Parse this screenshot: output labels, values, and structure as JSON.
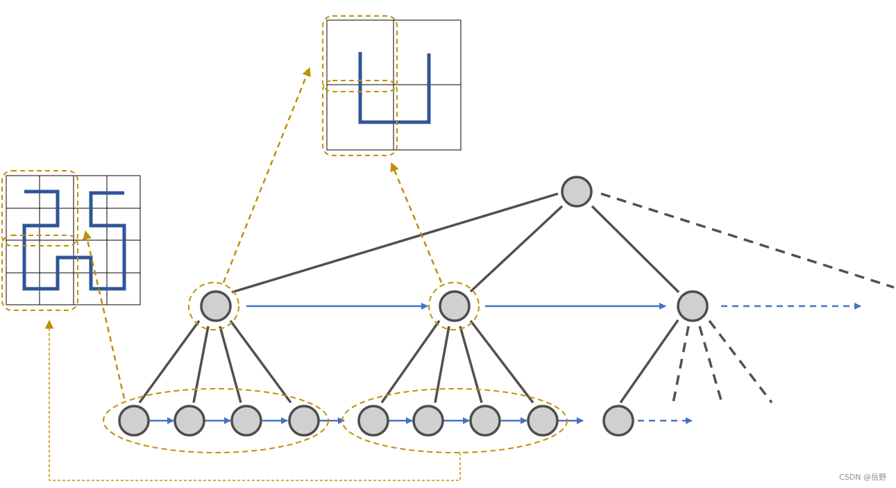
{
  "watermark": "CSDN @岳野",
  "colors": {
    "node_fill": "#d0d0d0",
    "node_stroke": "#4d4d4d",
    "edge": "#505050",
    "link": "#4472c4",
    "highlight": "#bf9000",
    "curve": "#2f5597",
    "grid": "#000000"
  },
  "tree": {
    "root": "root",
    "levels": [
      [
        "root"
      ],
      [
        "mid-left",
        "mid-center",
        "mid-right"
      ],
      [
        "leaf-1",
        "leaf-2",
        "leaf-3",
        "leaf-4",
        "leaf-5",
        "leaf-6",
        "leaf-7",
        "leaf-8",
        "leaf-9"
      ]
    ],
    "edges": [
      [
        "root",
        "mid-left"
      ],
      [
        "root",
        "mid-center"
      ],
      [
        "root",
        "mid-right"
      ],
      [
        "mid-left",
        "leaf-1"
      ],
      [
        "mid-left",
        "leaf-2"
      ],
      [
        "mid-left",
        "leaf-3"
      ],
      [
        "mid-left",
        "leaf-4"
      ],
      [
        "mid-center",
        "leaf-5"
      ],
      [
        "mid-center",
        "leaf-6"
      ],
      [
        "mid-center",
        "leaf-7"
      ],
      [
        "mid-center",
        "leaf-8"
      ],
      [
        "mid-right",
        "leaf-9"
      ]
    ],
    "omitted_children": {
      "root": 1,
      "mid-right": 3
    },
    "sibling_links_continue": true
  },
  "panels": [
    {
      "name": "detail-grid-2x2",
      "rows": 2,
      "cols": 2,
      "curve": "single-cell-u-shape"
    },
    {
      "name": "detail-grid-4x4",
      "rows": 4,
      "cols": 4,
      "curve": "composite-curve"
    }
  ]
}
